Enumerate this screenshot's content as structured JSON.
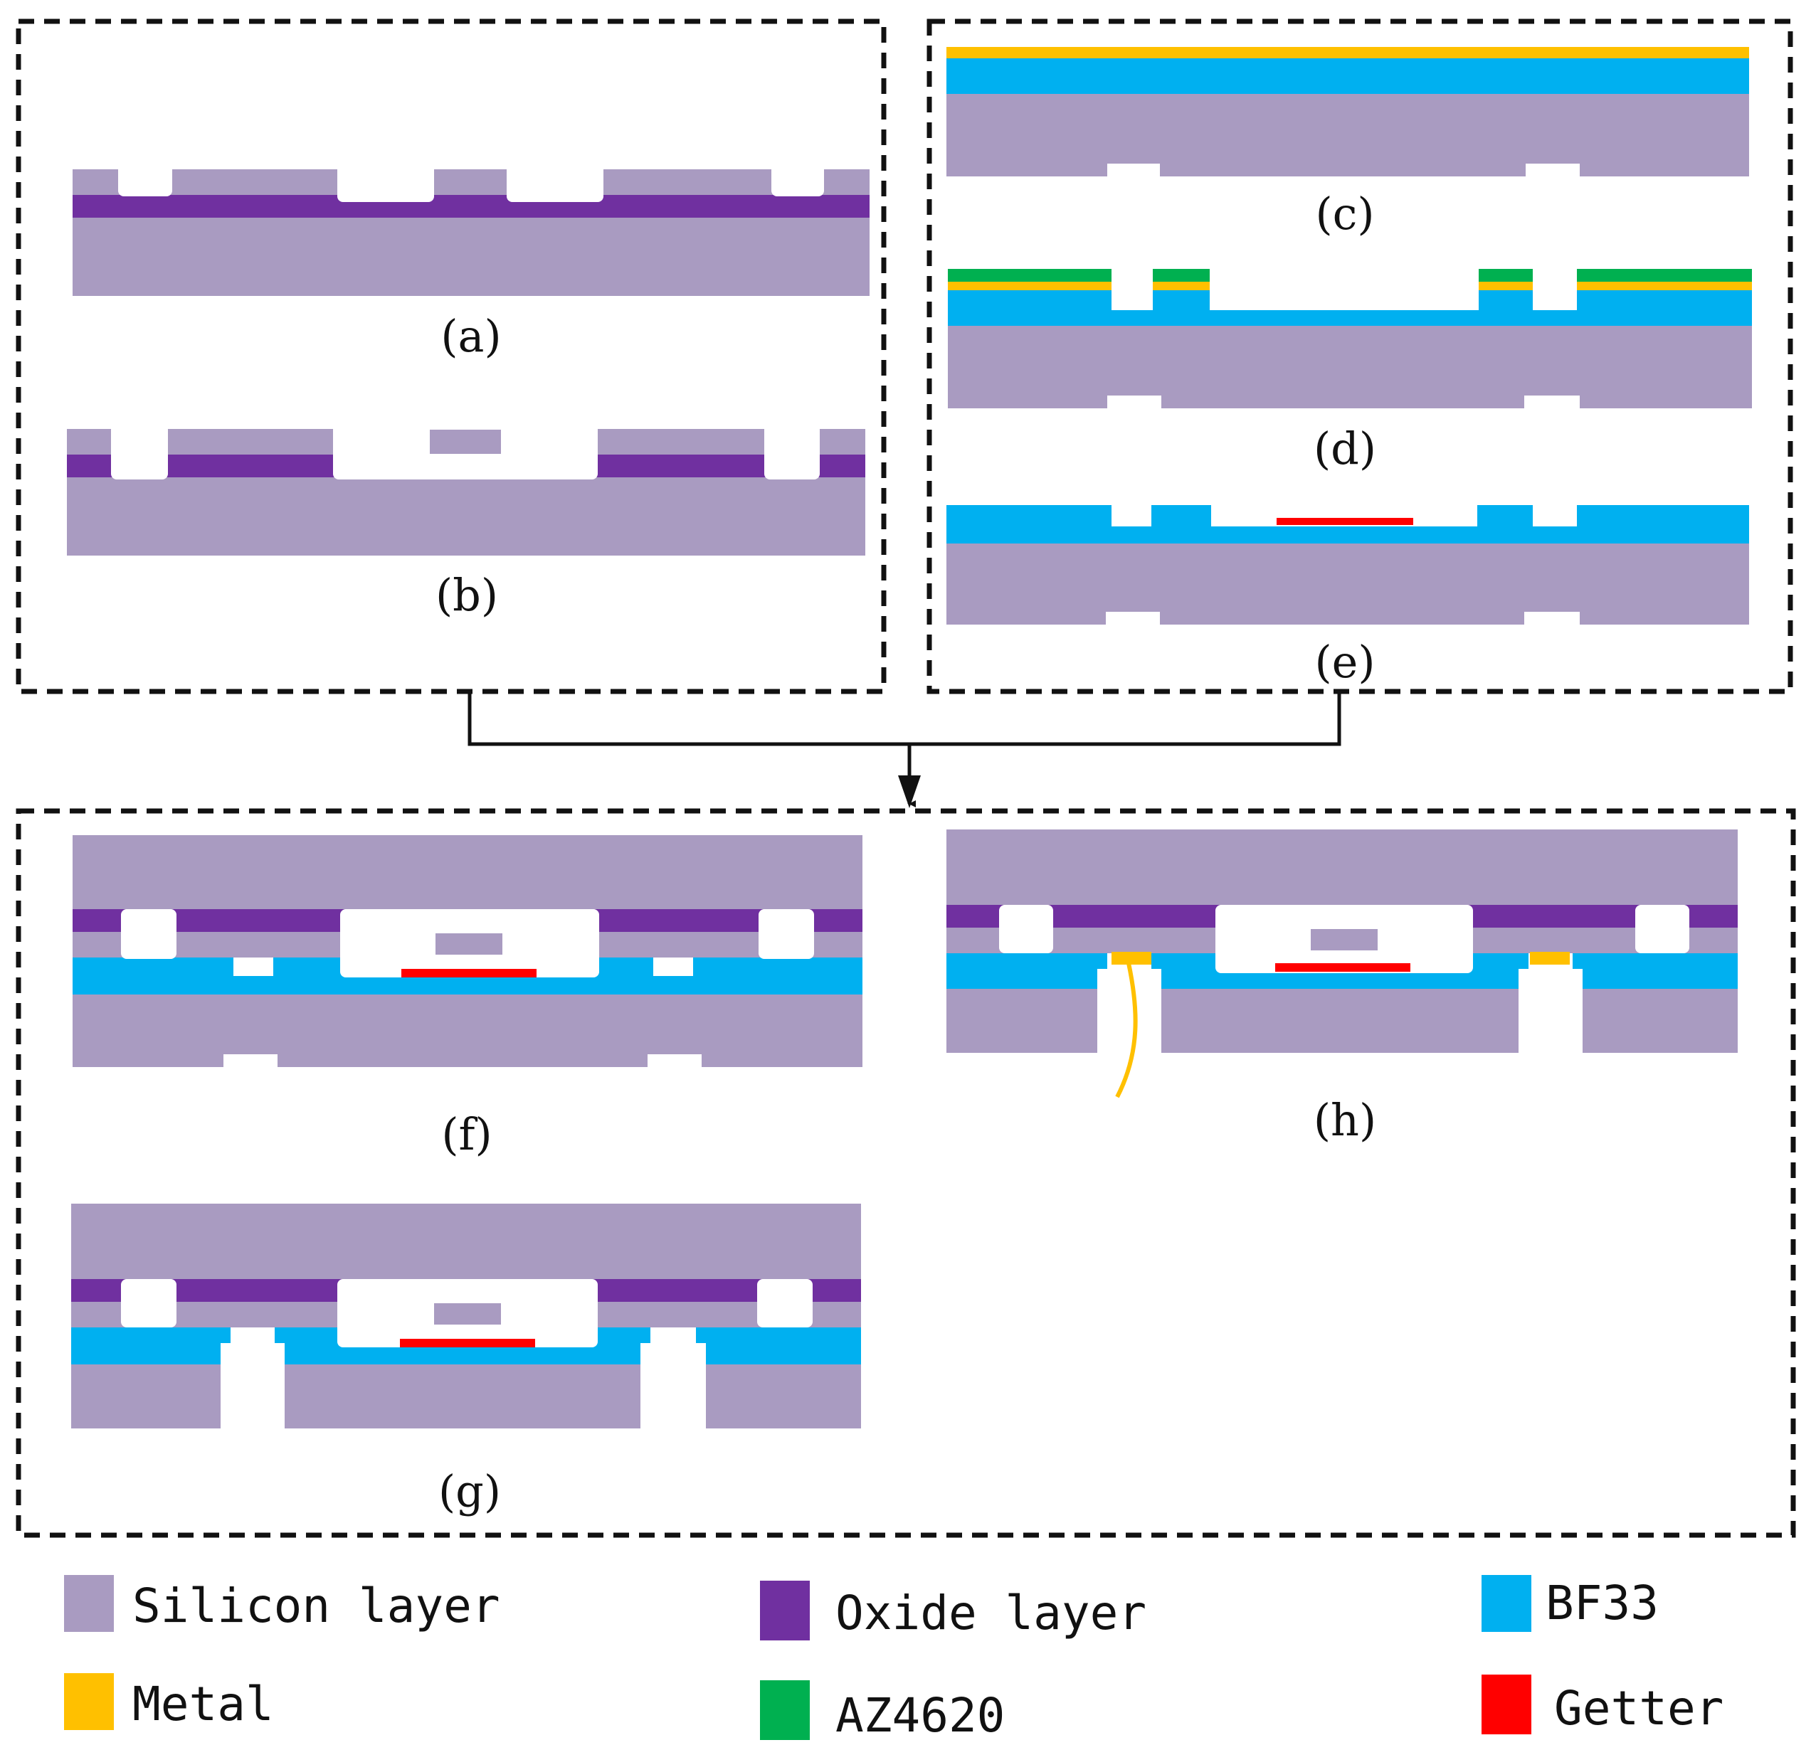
{
  "colors": {
    "silicon": "#A99BC1",
    "oxide": "#7030A0",
    "bf33": "#00B0F0",
    "metal": "#FFC000",
    "az4620": "#00B050",
    "getter": "#FF0000",
    "frame": "#111111"
  },
  "steps": {
    "a": "(a)",
    "b": "(b)",
    "c": "(c)",
    "d": "(d)",
    "e": "(e)",
    "f": "(f)",
    "g": "(g)",
    "h": "(h)"
  },
  "legend": {
    "silicon": "Silicon layer",
    "oxide": "Oxide layer",
    "bf33": "BF33",
    "metal": "Metal",
    "az4620": "AZ4620",
    "getter": "Getter"
  }
}
